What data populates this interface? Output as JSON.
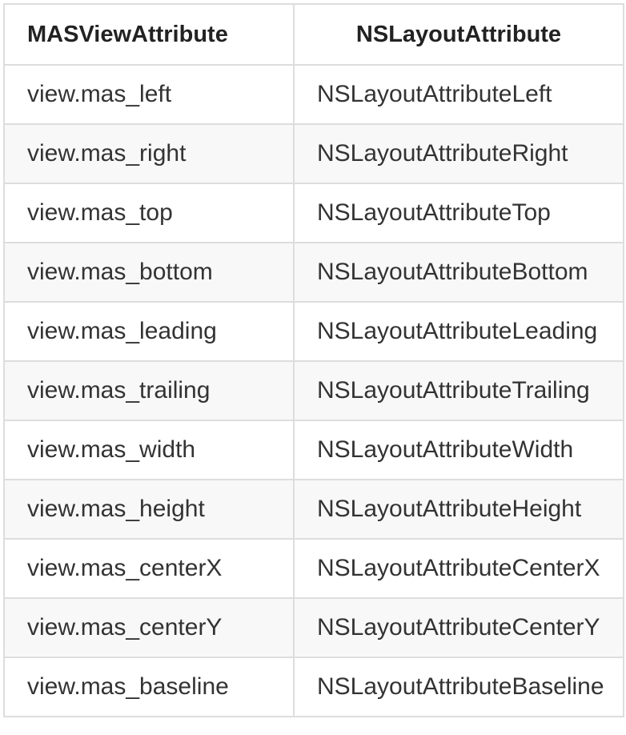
{
  "table": {
    "headers": [
      "MASViewAttribute",
      "NSLayoutAttribute"
    ],
    "rows": [
      [
        "view.mas_left",
        "NSLayoutAttributeLeft"
      ],
      [
        "view.mas_right",
        "NSLayoutAttributeRight"
      ],
      [
        "view.mas_top",
        "NSLayoutAttributeTop"
      ],
      [
        "view.mas_bottom",
        "NSLayoutAttributeBottom"
      ],
      [
        "view.mas_leading",
        "NSLayoutAttributeLeading"
      ],
      [
        "view.mas_trailing",
        "NSLayoutAttributeTrailing"
      ],
      [
        "view.mas_width",
        "NSLayoutAttributeWidth"
      ],
      [
        "view.mas_height",
        "NSLayoutAttributeHeight"
      ],
      [
        "view.mas_centerX",
        "NSLayoutAttributeCenterX"
      ],
      [
        "view.mas_centerY",
        "NSLayoutAttributeCenterY"
      ],
      [
        "view.mas_baseline",
        "NSLayoutAttributeBaseline"
      ]
    ]
  },
  "colors": {
    "text": "#333333",
    "border": "#dddddd",
    "stripe": "#f8f8f8"
  }
}
